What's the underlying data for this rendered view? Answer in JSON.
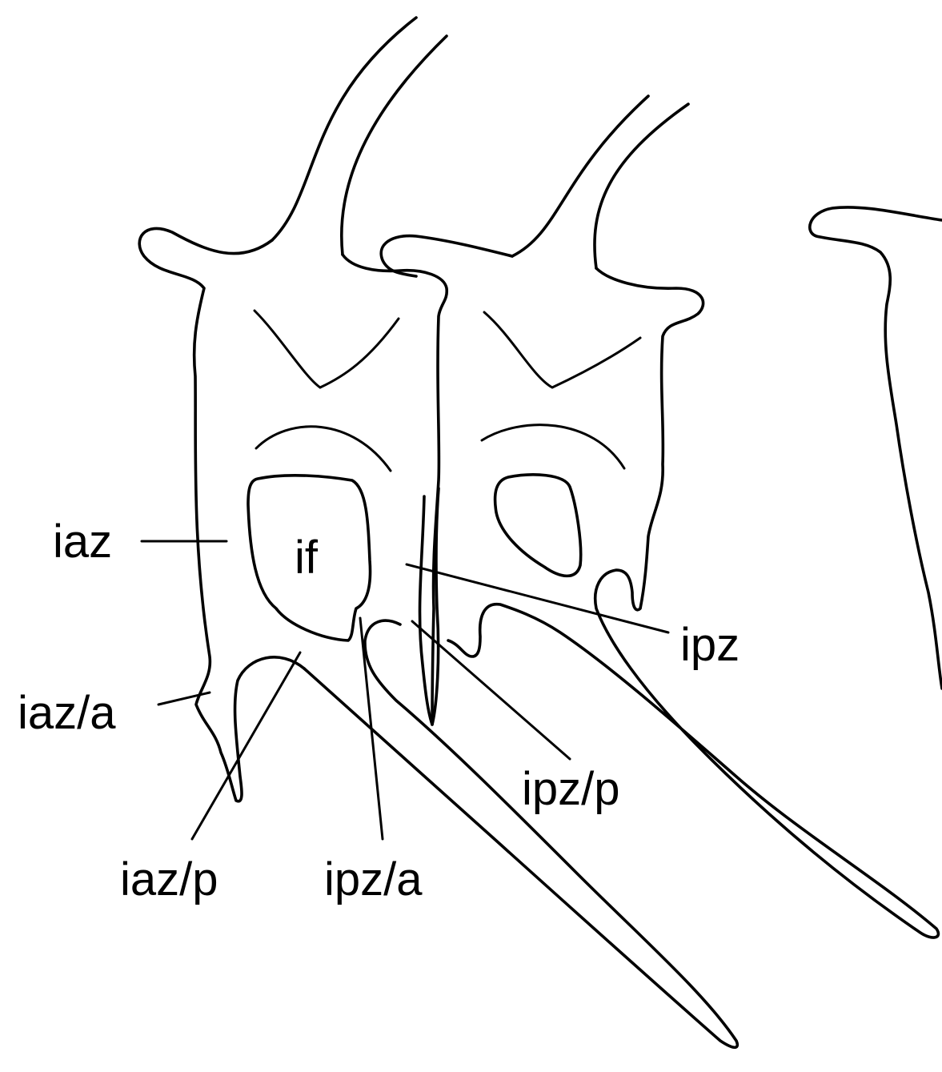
{
  "diagram": {
    "labels": {
      "if": "if",
      "iaz": "iaz",
      "iaz_a": "iaz/a",
      "iaz_p": "iaz/p",
      "ipz": "ipz",
      "ipz_a": "ipz/a",
      "ipz_p": "ipz/p"
    },
    "colors": {
      "stroke": "#000000",
      "background": "#ffffff"
    }
  }
}
